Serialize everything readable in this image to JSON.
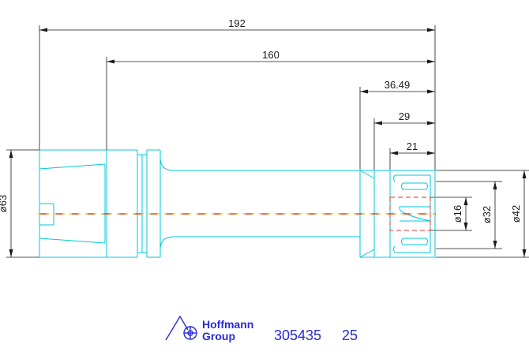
{
  "dimensions": {
    "overall_length": "192",
    "shank_length": "160",
    "nut_length": "36.49",
    "nut_body_length": "29",
    "collet_length": "21",
    "flange_diameter": "ø63",
    "bore_diameter": "ø16",
    "collet_diameter": "ø32",
    "nut_diameter": "ø42"
  },
  "logo": {
    "line1": "Hoffmann",
    "line2": "Group"
  },
  "article": {
    "number": "305435",
    "size": "25"
  },
  "colors": {
    "outline": "#00c8d8",
    "dimension": "#1a1a1a",
    "centerline_red": "#e03030",
    "centerline_yellow": "#e8c020",
    "brand": "#2a2ad8"
  }
}
